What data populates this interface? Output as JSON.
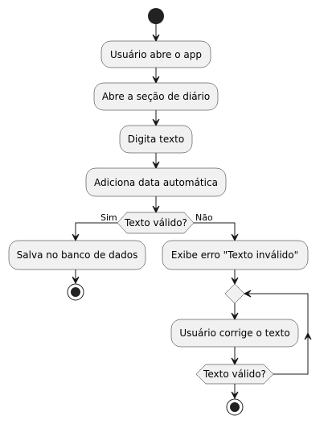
{
  "diagram": {
    "type": "activity",
    "actions": {
      "open_app": "Usuário abre o app",
      "open_diary": "Abre a seção de diário",
      "type_text": "Digita texto",
      "add_date": "Adiciona data automática",
      "save_db": "Salva no banco de dados",
      "show_error": "Exibe erro \"Texto inválido\"",
      "user_fix": "Usuário corrige o texto"
    },
    "decisions": {
      "valid_text": "Texto válido?",
      "repeat_check": "Texto válido?"
    },
    "branches": {
      "yes": "Sim",
      "no": "Não"
    }
  }
}
